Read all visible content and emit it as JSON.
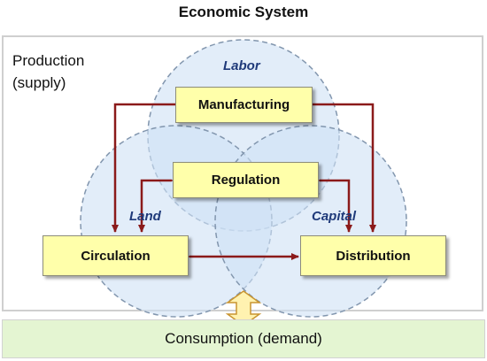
{
  "title": "Economic System",
  "production": {
    "line1": "Production",
    "line2": "(supply)"
  },
  "circles": {
    "labor": "Labor",
    "land": "Land",
    "capital": "Capital"
  },
  "boxes": {
    "manufacturing": "Manufacturing",
    "regulation": "Regulation",
    "circulation": "Circulation",
    "distribution": "Distribution"
  },
  "consumption": "Consumption (demand)",
  "colors": {
    "circle_fill": "#cfe1f5",
    "circle_stroke": "#8296ae",
    "box_fill": "#ffffaa",
    "arrow": "#8b1a1a",
    "consumption_fill": "#e4f5d2",
    "updown_arrow_fill": "#fff2b0",
    "updown_arrow_stroke": "#c89430"
  }
}
